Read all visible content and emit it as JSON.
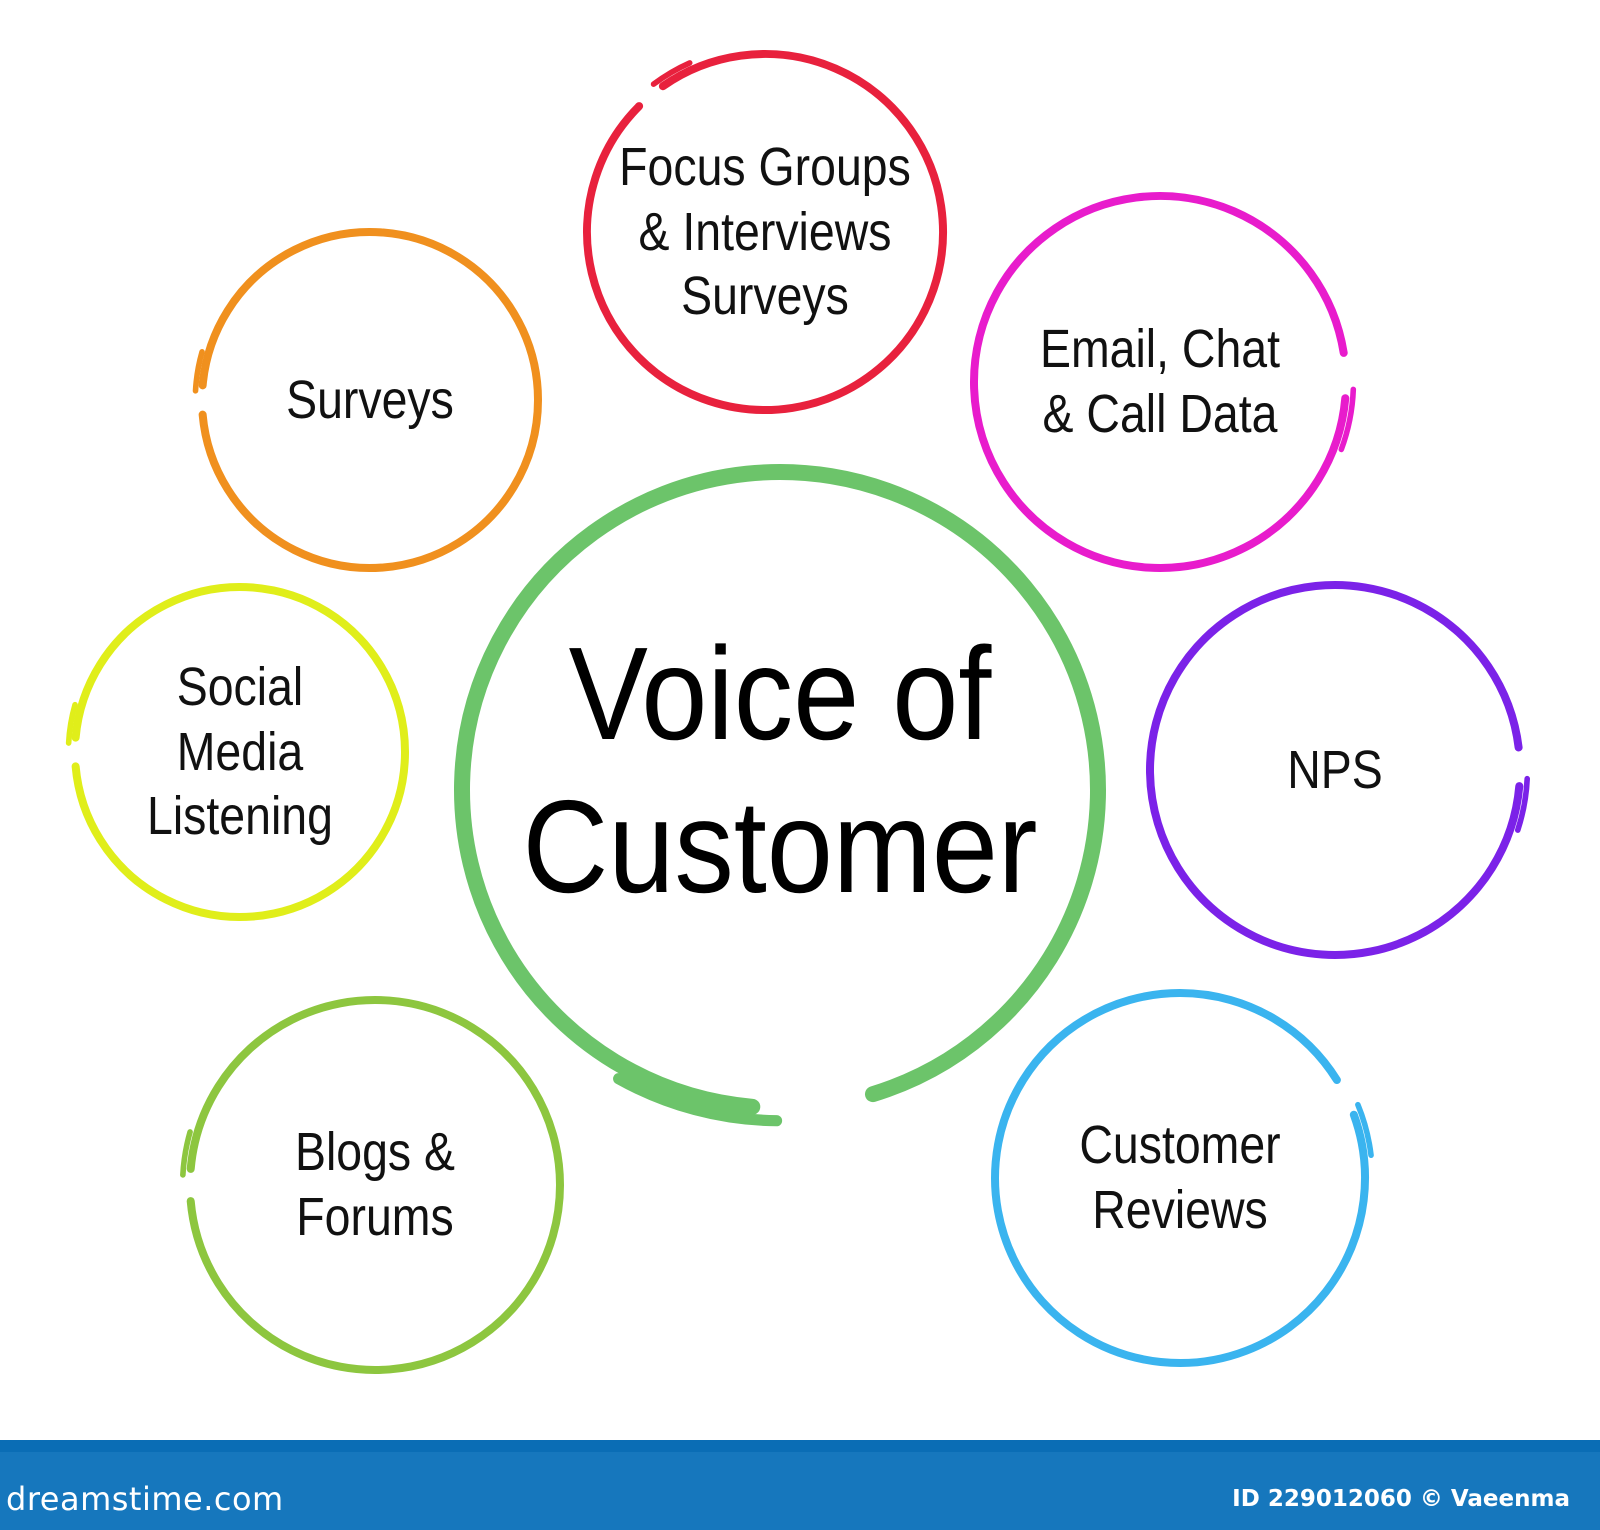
{
  "title": [
    "Voice of",
    "Customer"
  ],
  "title_color": "#000000",
  "center_ring_color": "#6cc46a",
  "nodes": [
    {
      "lines": [
        "Focus Groups",
        "& Interviews",
        "Surveys"
      ],
      "color": "#e8213d"
    },
    {
      "lines": [
        "Email, Chat",
        "& Call Data"
      ],
      "color": "#e81ccc"
    },
    {
      "lines": [
        "NPS"
      ],
      "color": "#7b22e8"
    },
    {
      "lines": [
        "Customer",
        "Reviews"
      ],
      "color": "#3ab4ef"
    },
    {
      "lines": [
        "Blogs &",
        "Forums"
      ],
      "color": "#8dc63f"
    },
    {
      "lines": [
        "Social",
        "Media",
        "Listening"
      ],
      "color": "#e0ee1a"
    },
    {
      "lines": [
        "Surveys"
      ],
      "color": "#f0901e"
    }
  ],
  "footer": {
    "site": "dreamstime.com",
    "credit": "ID 229012060 © Vaeenma",
    "bar_color": "#0a6db5",
    "body_color": "#1677bd"
  }
}
